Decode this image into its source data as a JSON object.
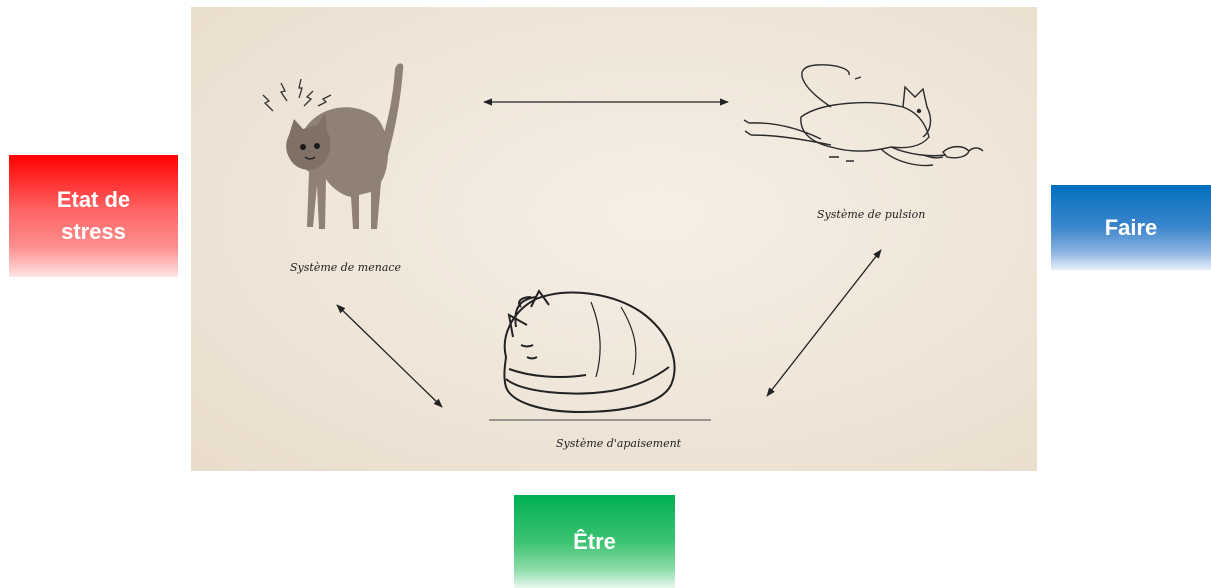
{
  "diagram": {
    "captions": {
      "threat": "Système de menace",
      "drive": "Système de pulsion",
      "soothing": "Système d'apaisement"
    }
  },
  "boxes": {
    "stress": "Etat de stress",
    "doing": "Faire",
    "being": "Être"
  },
  "colors": {
    "stress": "#ff0000",
    "doing": "#0070c0",
    "being": "#00b050",
    "paper": "#efe5d8"
  }
}
